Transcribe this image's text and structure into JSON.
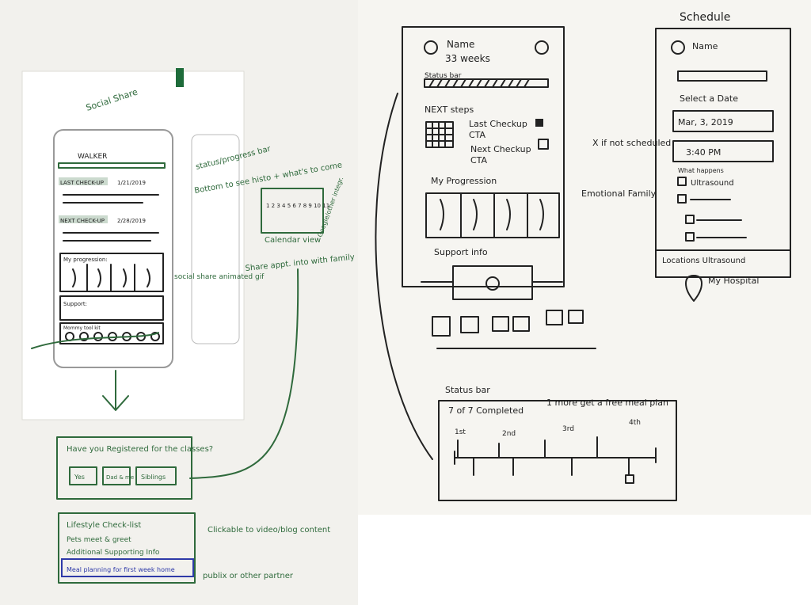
{
  "left_sketch": {
    "phone_header": "WALKER",
    "last_checkup": "LAST CHECK-UP",
    "last_checkup_date": "1/21/2019",
    "next_checkup": "NEXT CHECK-UP",
    "next_checkup_date": "2/28/2019",
    "my_progression": "My progression:",
    "support": "Support:",
    "mommy_toolkit": "Mommy tool kit",
    "notes": {
      "social_share": "Social Share",
      "status_progress_bar": "status/progress bar",
      "bottom_to_see": "Bottom to see histo + what's to come",
      "social_share_gif": "social share animated gif",
      "share_appt": "Share appt. into with family",
      "calendar_view": "Calendar view",
      "google_other": "Google/other integr.",
      "clickable_content": "Clickable to video/blog content",
      "publix": "publix or other partner"
    },
    "calendar_numbers": "1 2 3 4 5 6 7 8 9 10 11",
    "classes_question": "Have you Registered for the classes?",
    "class_buttons": [
      "Yes",
      "Dad & me",
      "Siblings"
    ],
    "lifestyle_title": "Lifestyle Check-list",
    "lifestyle_items": [
      "Pets meet & greet",
      "Additional Supporting Info",
      "Meal planning for first week home"
    ]
  },
  "right_sketch": {
    "name_label": "Name",
    "weeks": "33 weeks",
    "status_bar_label": "Status bar",
    "next_steps": "NEXT steps",
    "last_checkup": "Last Checkup",
    "cta": "CTA",
    "next_checkup": "Next Checkup",
    "x_note": "X if not scheduled",
    "my_progression": "My Progression",
    "emotional_family": "Emotional Family",
    "support_info": "Support info",
    "schedule_title": "Schedule",
    "schedule_name": "Name",
    "select_date": "Select a Date",
    "date_value": "Mar, 3, 2019",
    "time_value": "3:40 PM",
    "what_happens": "What happens",
    "ultrasound": "Ultrasound",
    "locations": "Locations Ultrasound",
    "hospital": "My Hospital",
    "status_bar_title": "Status bar",
    "completed": "7 of 7 Completed",
    "free_meal": "1 more get a free meal plan",
    "timeline_labels": [
      "1st",
      "2nd",
      "3rd",
      "4th"
    ]
  }
}
